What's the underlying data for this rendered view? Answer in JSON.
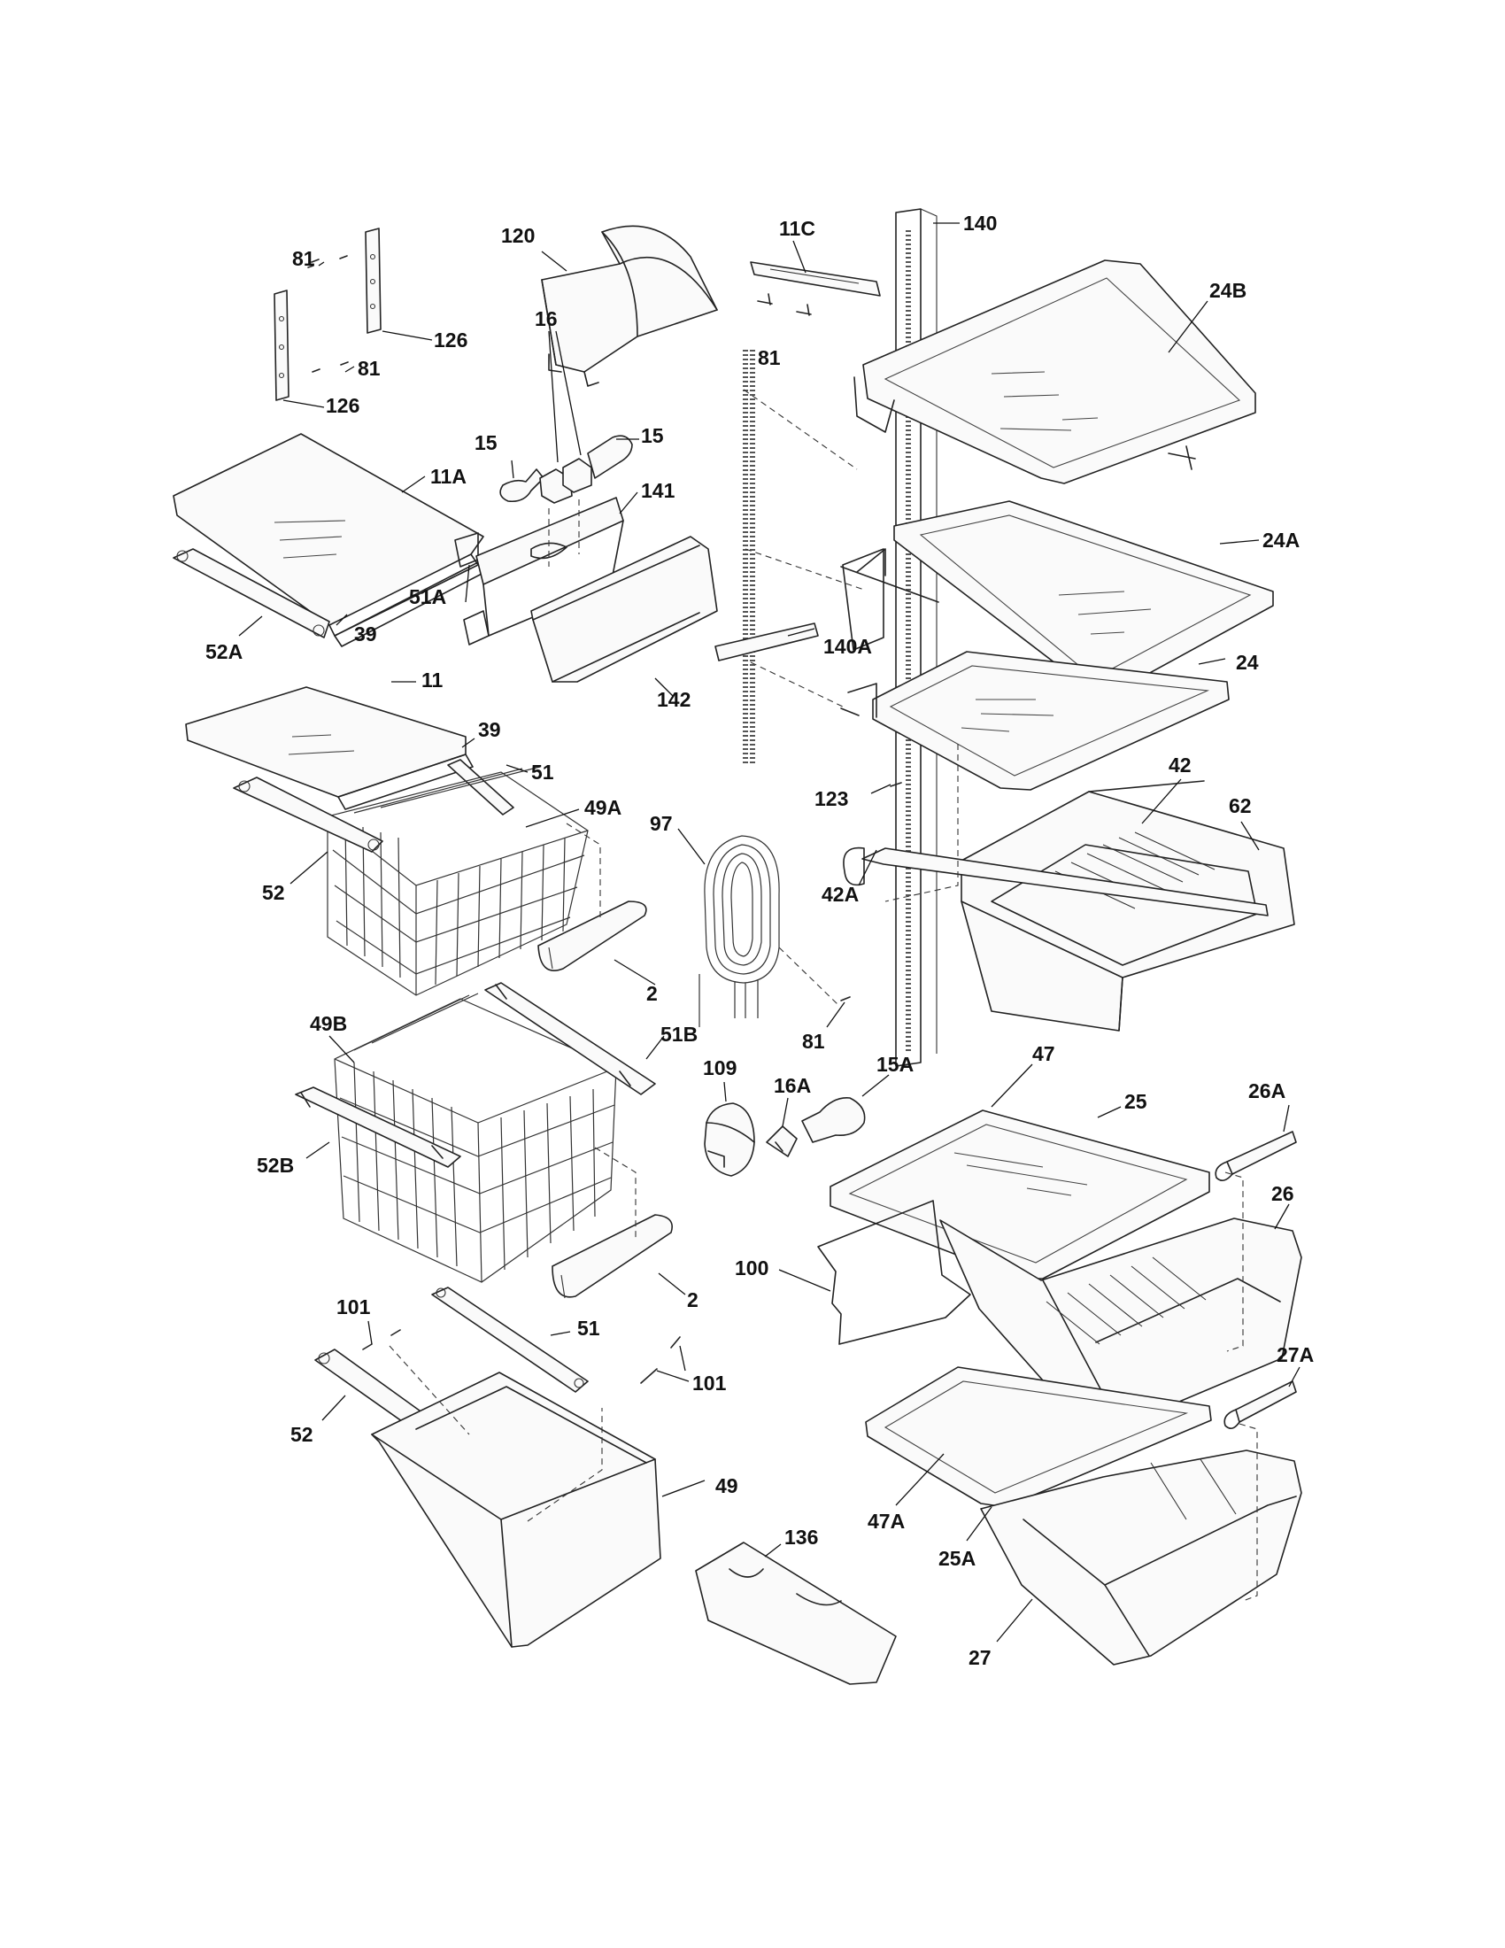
{
  "callouts": [
    {
      "id": "c-81a",
      "text": "81"
    },
    {
      "id": "c-126a",
      "text": "126"
    },
    {
      "id": "c-81b",
      "text": "81"
    },
    {
      "id": "c-126b",
      "text": "126"
    },
    {
      "id": "c-120",
      "text": "120"
    },
    {
      "id": "c-11c",
      "text": "11C"
    },
    {
      "id": "c-140",
      "text": "140"
    },
    {
      "id": "c-24b",
      "text": "24B"
    },
    {
      "id": "c-81c",
      "text": "81"
    },
    {
      "id": "c-15a1",
      "text": "15"
    },
    {
      "id": "c-16",
      "text": "16"
    },
    {
      "id": "c-15a2",
      "text": "15"
    },
    {
      "id": "c-11a",
      "text": "11A"
    },
    {
      "id": "c-141",
      "text": "141"
    },
    {
      "id": "c-24a",
      "text": "24A"
    },
    {
      "id": "c-51a",
      "text": "51A"
    },
    {
      "id": "c-39a",
      "text": "39"
    },
    {
      "id": "c-52a",
      "text": "52A"
    },
    {
      "id": "c-140a",
      "text": "140A"
    },
    {
      "id": "c-24",
      "text": "24"
    },
    {
      "id": "c-11",
      "text": "11"
    },
    {
      "id": "c-142",
      "text": "142"
    },
    {
      "id": "c-39b",
      "text": "39"
    },
    {
      "id": "c-51a2",
      "text": "51"
    },
    {
      "id": "c-123",
      "text": "123"
    },
    {
      "id": "c-42",
      "text": "42"
    },
    {
      "id": "c-62",
      "text": "62"
    },
    {
      "id": "c-49a",
      "text": "49A"
    },
    {
      "id": "c-97",
      "text": "97"
    },
    {
      "id": "c-52",
      "text": "52"
    },
    {
      "id": "c-42a",
      "text": "42A"
    },
    {
      "id": "c-2a",
      "text": "2"
    },
    {
      "id": "c-49b",
      "text": "49B"
    },
    {
      "id": "c-81d",
      "text": "81"
    },
    {
      "id": "c-51b",
      "text": "51B"
    },
    {
      "id": "c-109",
      "text": "109"
    },
    {
      "id": "c-16a",
      "text": "16A"
    },
    {
      "id": "c-15a",
      "text": "15A"
    },
    {
      "id": "c-47",
      "text": "47"
    },
    {
      "id": "c-26a",
      "text": "26A"
    },
    {
      "id": "c-25",
      "text": "25"
    },
    {
      "id": "c-52b",
      "text": "52B"
    },
    {
      "id": "c-26",
      "text": "26"
    },
    {
      "id": "c-100",
      "text": "100"
    },
    {
      "id": "c-2b",
      "text": "2"
    },
    {
      "id": "c-101a",
      "text": "101"
    },
    {
      "id": "c-51c",
      "text": "51"
    },
    {
      "id": "c-27a",
      "text": "27A"
    },
    {
      "id": "c-101b",
      "text": "101"
    },
    {
      "id": "c-52c",
      "text": "52"
    },
    {
      "id": "c-49",
      "text": "49"
    },
    {
      "id": "c-136",
      "text": "136"
    },
    {
      "id": "c-47a",
      "text": "47A"
    },
    {
      "id": "c-25a",
      "text": "25A"
    },
    {
      "id": "c-27",
      "text": "27"
    }
  ]
}
